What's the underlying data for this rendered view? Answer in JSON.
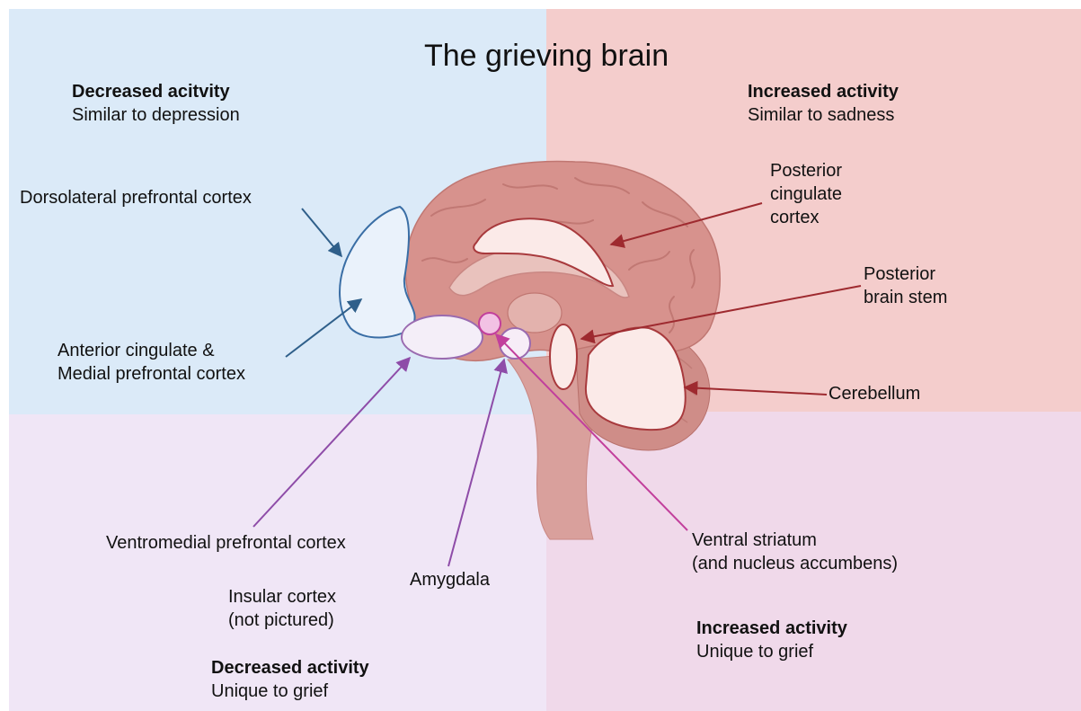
{
  "title": "The grieving brain",
  "quadrants": {
    "top_left": {
      "heading": "Decreased acitvity",
      "subheading": "Similar to depression",
      "color": "#dbeaf8"
    },
    "top_right": {
      "heading": "Increased activity",
      "subheading": "Similar to sadness",
      "color": "#f4cdcc"
    },
    "bottom_left": {
      "heading": "Decreased activity",
      "subheading": "Unique to grief",
      "color": "#f0e6f6"
    },
    "bottom_right": {
      "heading": "Increased activity",
      "subheading": "Unique to grief",
      "color": "#f0d9ea"
    }
  },
  "labels": {
    "dlpfc": "Dorsolateral prefrontal cortex",
    "acc_line1": "Anterior cingulate &",
    "acc_line2": "Medial prefrontal cortex",
    "pcc_line1": "Posterior",
    "pcc_line2": "cingulate",
    "pcc_line3": "cortex",
    "brainstem_line1": "Posterior",
    "brainstem_line2": "brain stem",
    "cerebellum": "Cerebellum",
    "vmpfc": "Ventromedial prefrontal cortex",
    "amygdala": "Amygdala",
    "insular_line1": "Insular cortex",
    "insular_line2": "(not pictured)",
    "ventral_line1": "Ventral striatum",
    "ventral_line2": "(and nucleus accumbens)"
  },
  "arrow_colors": {
    "blue": "#2f5f8a",
    "red": "#9e2a2f",
    "purple": "#8e4ca8",
    "magenta": "#c23f9c"
  }
}
